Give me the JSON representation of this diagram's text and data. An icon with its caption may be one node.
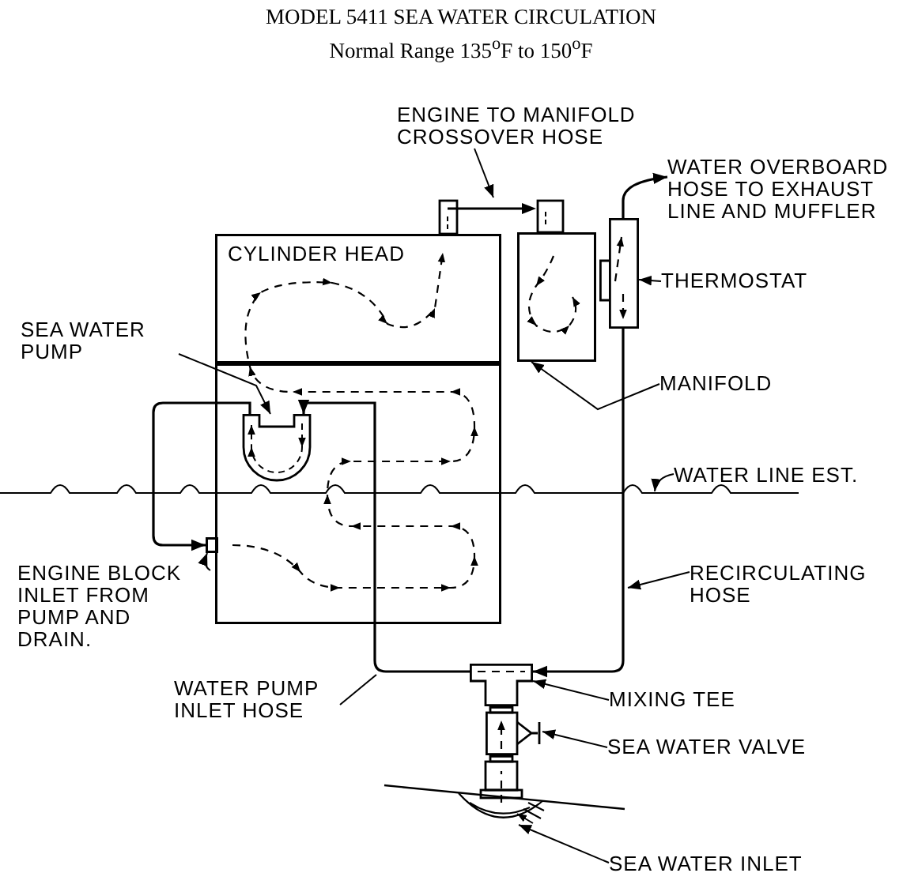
{
  "diagram": {
    "title": "MODEL 5411 SEA WATER CIRCULATION",
    "nodes": [
      {
        "text": [
          "ENGINE TO MANIFOLD CROSSOVER HOSE"
        ]
      },
      {
        "text": [],
        "shape": "picture"
      },
      {
        "text": [
          "WATER OVERBOARD HOSE TO EXHAUST LINE AND MUFFLER"
        ]
      },
      {
        "text": [
          "CYLINDER HEAD"
        ]
      },
      {
        "text": [],
        "shape": "box"
      },
      {
        "text": [],
        "shape": "picture"
      },
      {
        "text": [
          "THERMOSTAT"
        ]
      },
      {
        "text": [
          "SEA WATER PUMP"
        ]
      },
      {
        "text": [],
        "shape": "box"
      },
      {
        "text": [],
        "shape": "picture",
        "in": 8
      },
      {
        "text": [
          "MANIFOLD"
        ]
      },
      {
        "text": [
          "WATER LINE EST."
        ]
      },
      {
        "text": [],
        "shape": "box"
      },
      {
        "text": [
          "ENGINE BLOCK INLET FROM PUMP AND DRAIN."
        ]
      },
      {
        "text": [
          "RECIRCULATING HOSE"
        ]
      },
      {
        "text": [
          "WATER PUMP INLET HOSE"
        ]
      },
      {
        "text": [],
        "shape": "picture"
      },
      {
        "text": [
          "MIXING TEE"
        ]
      },
      {
        "text": [],
        "shape": "picture"
      },
      {
        "text": [
          "SEA WATER VALVE"
        ]
      },
      {
        "text": [],
        "shape": "picture"
      },
      {
        "text": [
          "SEA WATER INLET"
        ]
      }
    ],
    "edges": [
      {
        "from": 0,
        "to": 1,
        "arrow": "to"
      },
      {
        "from": 5,
        "to": 2,
        "arrow": "to"
      },
      {
        "from": 6,
        "to": 5,
        "arrow": "to"
      },
      {
        "from": 7,
        "to": 9,
        "arrow": "to"
      },
      {
        "from": 10,
        "to": 4,
        "arrow": "to"
      },
      {
        "from": 11,
        "to": null,
        "arrow": "to"
      },
      {
        "from": 9,
        "to": 12,
        "arrow": "to"
      },
      {
        "from": 13,
        "to": 12,
        "arrow": "to"
      },
      {
        "from": 5,
        "to": 16,
        "arrow": "to"
      },
      {
        "from": 14,
        "to": null,
        "arrow": "to"
      },
      {
        "from": 16,
        "to": 9,
        "arrow": "to"
      },
      {
        "from": 15,
        "to": null,
        "arrow": "none"
      },
      {
        "from": 17,
        "to": 16,
        "arrow": "to"
      },
      {
        "from": 19,
        "to": 18,
        "arrow": "to"
      },
      {
        "from": 21,
        "to": 20,
        "arrow": "to"
      }
    ],
    "labels": [
      "Normal Range 135$^{o}$F to 150$^{o}$F"
    ]
  }
}
